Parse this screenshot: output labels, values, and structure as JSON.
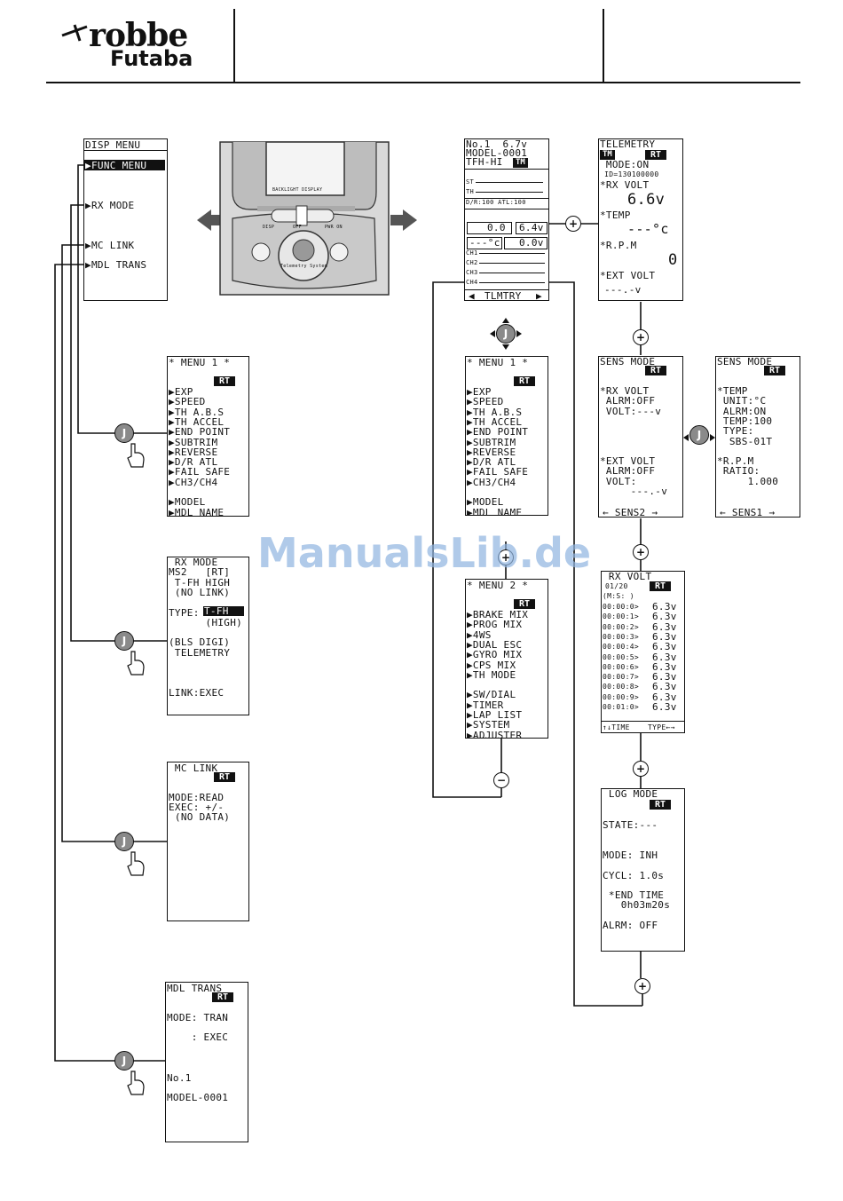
{
  "header": {
    "brand_top": "robbe",
    "brand_bottom": "Futaba"
  },
  "watermark": "ManualsLib.de",
  "disp_menu": {
    "title": "DISP MENU",
    "items": [
      "FUNC MENU",
      "RX MODE",
      "MC LINK",
      "MDL TRANS"
    ]
  },
  "transmitter": {
    "backlight": "BACKLIGHT DISPLAY",
    "switch_labels": [
      "DISP",
      "OFF",
      "PWR ON"
    ],
    "jog_label": "Telemetry System"
  },
  "menu1_left": {
    "title": "* MENU 1 *",
    "rt": "RT",
    "items": [
      "EXP",
      "SPEED",
      "TH A.B.S",
      "TH ACCEL",
      "END POINT",
      "SUBTRIM",
      "REVERSE",
      "D/R ATL",
      "FAIL SAFE",
      "CH3/CH4",
      "",
      "MODEL",
      "MDL NAME"
    ]
  },
  "rx_mode": {
    "lines": [
      " RX MODE",
      "MS2   [RT]",
      " T-FH HIGH",
      " (NO LINK)",
      "",
      "TYPE:",
      "      (HIGH)",
      "",
      "(BLS DIGI)",
      " TELEMETRY",
      "",
      "",
      "",
      "LINK:EXEC"
    ],
    "type_value": "T-FH"
  },
  "mc_link": {
    "title": " MC LINK",
    "rt": "RT",
    "lines": [
      "MODE:READ",
      "EXEC: +/-",
      " (NO DATA)"
    ]
  },
  "mdl_trans": {
    "title": "MDL TRANS",
    "rt": "RT",
    "lines": [
      "MODE: TRAN",
      "    : EXEC",
      "No.1",
      "MODEL-0001"
    ]
  },
  "home": {
    "lines": [
      "No.1  6.7v",
      "MODEL-0001",
      "TFH-HI"
    ],
    "st": "ST",
    "th": "TH",
    "dr": "D/R:100 ATL:100",
    "timer": "0.0",
    "volt": "6.4v",
    "temp": "---°c",
    "val2": "0.0v",
    "channels": [
      "CH1",
      "CH2",
      "CH3",
      "CH4"
    ],
    "footer": "TLMTRY",
    "tm": "TM"
  },
  "menu1_mid": {
    "title": "* MENU 1 *",
    "rt": "RT",
    "items": [
      "EXP",
      "SPEED",
      "TH A.B.S",
      "TH ACCEL",
      "END POINT",
      "SUBTRIM",
      "REVERSE",
      "D/R ATL",
      "FAIL SAFE",
      "CH3/CH4",
      "",
      "MODEL",
      "MDL NAME"
    ]
  },
  "menu2": {
    "title": "* MENU 2 *",
    "rt": "RT",
    "items": [
      "BRAKE MIX",
      "PROG MIX",
      "4WS",
      "DUAL ESC",
      "GYRO MIX",
      "CPS MIX",
      "TH MODE",
      "",
      "SW/DIAL",
      "TIMER",
      "LAP LIST",
      "SYSTEM",
      "ADJUSTER"
    ]
  },
  "telemetry": {
    "title": "TELEMETRY",
    "rt": "RT",
    "tm": "TM",
    "mode": " MODE:ON",
    "id": " ID=130100000",
    "rx_volt": "*RX VOLT",
    "rx_value": "6.6v",
    "temp": "*TEMP",
    "temp_value": "---°c",
    "rpm": "*R.P.M",
    "rpm_value": "0",
    "ext": "*EXT VOLT",
    "ext_value": "---.-v"
  },
  "sens_mode_1": {
    "title": "SENS MODE",
    "rt": "RT",
    "lines": [
      "*RX VOLT",
      " ALRM:OFF",
      " VOLT:---v",
      "",
      "",
      "",
      "",
      "*EXT VOLT",
      " ALRM:OFF",
      " VOLT:",
      "     ---.-v"
    ],
    "footer": "← SENS2 →"
  },
  "sens_mode_2": {
    "title": "SENS MODE",
    "rt": "RT",
    "lines": [
      "*TEMP",
      " UNIT:°C",
      " ALRM:ON",
      " TEMP:100",
      " TYPE:",
      "  SBS-01T",
      "",
      "*R.P.M",
      " RATIO:",
      "     1.000"
    ],
    "footer": "← SENS1 →"
  },
  "rx_volt_log": {
    "title": " RX VOLT",
    "rt": "RT",
    "index": "01/20",
    "unit": "(M:S: )",
    "rows": [
      {
        "t": "00:00:0>",
        "v": "6.3v"
      },
      {
        "t": "00:00:1>",
        "v": "6.3v"
      },
      {
        "t": "00:00:2>",
        "v": "6.3v"
      },
      {
        "t": "00:00:3>",
        "v": "6.3v"
      },
      {
        "t": "00:00:4>",
        "v": "6.3v"
      },
      {
        "t": "00:00:5>",
        "v": "6.3v"
      },
      {
        "t": "00:00:6>",
        "v": "6.3v"
      },
      {
        "t": "00:00:7>",
        "v": "6.3v"
      },
      {
        "t": "00:00:8>",
        "v": "6.3v"
      },
      {
        "t": "00:00:9>",
        "v": "6.3v"
      },
      {
        "t": "00:01:0>",
        "v": "6.3v"
      }
    ],
    "footer_left": "↑↓TIME",
    "footer_right": "TYPE←→"
  },
  "log_mode": {
    "title": " LOG MODE",
    "rt": "RT",
    "lines": [
      "STATE:---",
      "",
      "",
      "MODE: INH",
      "",
      "CYCL: 1.0s",
      "",
      " *END TIME",
      "   0h03m20s",
      "",
      "ALRM: OFF"
    ]
  },
  "symbols": {
    "plus": "+",
    "minus": "−",
    "jog": "J"
  }
}
